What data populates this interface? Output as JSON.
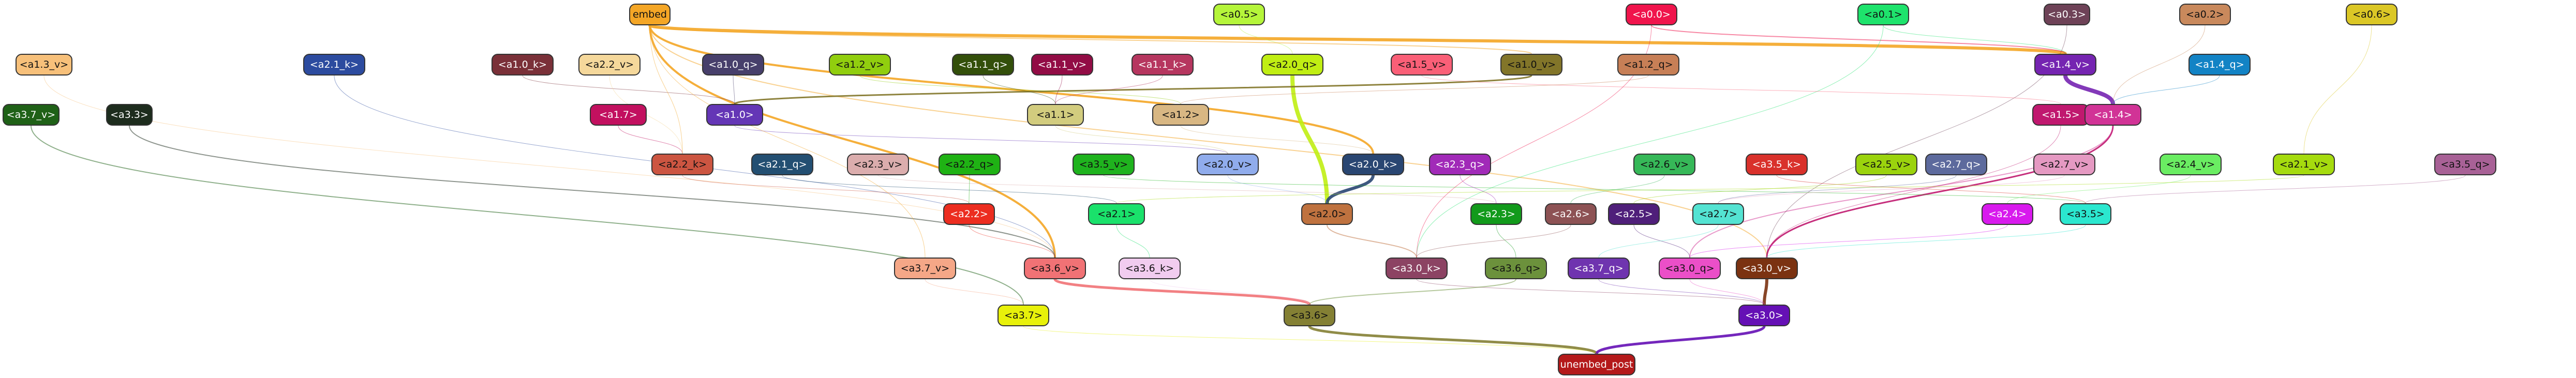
{
  "nodes": [
    {
      "id": "embed",
      "label": "embed",
      "color": "#f4a626"
    },
    {
      "id": "a05",
      "label": "<a0.5>",
      "color": "#b5f53a"
    },
    {
      "id": "a00",
      "label": "<a0.0>",
      "color": "#f0144c"
    },
    {
      "id": "a01",
      "label": "<a0.1>",
      "color": "#1ee36c"
    },
    {
      "id": "a03",
      "label": "<a0.3>",
      "color": "#6e4257"
    },
    {
      "id": "a02",
      "label": "<a0.2>",
      "color": "#c9895c"
    },
    {
      "id": "a06",
      "label": "<a0.6>",
      "color": "#dbc726"
    },
    {
      "id": "a13v",
      "label": "<a1.3_v>",
      "color": "#f7c07a"
    },
    {
      "id": "a21k",
      "label": "<a2.1_k>",
      "color": "#2c4b9f"
    },
    {
      "id": "a10k",
      "label": "<a1.0_k>",
      "color": "#7a3038"
    },
    {
      "id": "a22v",
      "label": "<a2.2_v>",
      "color": "#f5d89b"
    },
    {
      "id": "a10q",
      "label": "<a1.0_q>",
      "color": "#473f6b"
    },
    {
      "id": "a12v",
      "label": "<a1.2_v>",
      "color": "#91ce0e"
    },
    {
      "id": "a11q",
      "label": "<a1.1_q>",
      "color": "#334f0a"
    },
    {
      "id": "a11v",
      "label": "<a1.1_v>",
      "color": "#920c45"
    },
    {
      "id": "a11k",
      "label": "<a1.1_k>",
      "color": "#b6365f"
    },
    {
      "id": "a20q",
      "label": "<a2.0_q>",
      "color": "#c0ee13"
    },
    {
      "id": "a15v",
      "label": "<a1.5_v>",
      "color": "#fa5f77"
    },
    {
      "id": "a10v",
      "label": "<a1.0_v>",
      "color": "#827529"
    },
    {
      "id": "a12q",
      "label": "<a1.2_q>",
      "color": "#c77f56"
    },
    {
      "id": "a14v",
      "label": "<a1.4_v>",
      "color": "#7524b1"
    },
    {
      "id": "a14q",
      "label": "<a1.4_q>",
      "color": "#1283c5"
    },
    {
      "id": "a37v",
      "label": "<a3.7_v>",
      "color": "#1f6117"
    },
    {
      "id": "a33",
      "label": "<a3.3>",
      "color": "#1d2c1d"
    },
    {
      "id": "a17",
      "label": "<a1.7>",
      "color": "#c2105f"
    },
    {
      "id": "a10",
      "label": "<a1.0>",
      "color": "#6436b6"
    },
    {
      "id": "a11",
      "label": "<a1.1>",
      "color": "#d2cc7e"
    },
    {
      "id": "a12",
      "label": "<a1.2>",
      "color": "#d8b783"
    },
    {
      "id": "a15",
      "label": "<a1.5>",
      "color": "#c0186f"
    },
    {
      "id": "a14",
      "label": "<a1.4>",
      "color": "#d13396"
    },
    {
      "id": "a22k",
      "label": "<a2.2_k>",
      "color": "#cc5541"
    },
    {
      "id": "a21q",
      "label": "<a2.1_q>",
      "color": "#234f72"
    },
    {
      "id": "a23v",
      "label": "<a2.3_v>",
      "color": "#dbadad"
    },
    {
      "id": "a22q",
      "label": "<a2.2_q>",
      "color": "#1fb214"
    },
    {
      "id": "a35v",
      "label": "<a3.5_v>",
      "color": "#1fb31e"
    },
    {
      "id": "a20v",
      "label": "<a2.0_v>",
      "color": "#90acec"
    },
    {
      "id": "a20k",
      "label": "<a2.0_k>",
      "color": "#294672"
    },
    {
      "id": "a23q",
      "label": "<a2.3_q>",
      "color": "#a12ab8"
    },
    {
      "id": "a26v",
      "label": "<a2.6_v>",
      "color": "#36b858"
    },
    {
      "id": "a35k",
      "label": "<a3.5_k>",
      "color": "#d9312b"
    },
    {
      "id": "a25v",
      "label": "<a2.5_v>",
      "color": "#9bd30d"
    },
    {
      "id": "a27q",
      "label": "<a2.7_q>",
      "color": "#5d6a9d"
    },
    {
      "id": "a27v",
      "label": "<a2.7_v>",
      "color": "#e599c2"
    },
    {
      "id": "a24v",
      "label": "<a2.4_v>",
      "color": "#6aed62"
    },
    {
      "id": "a21v",
      "label": "<a2.1_v>",
      "color": "#a5db0e"
    },
    {
      "id": "a35q",
      "label": "<a3.5_q>",
      "color": "#a86196"
    },
    {
      "id": "a22",
      "label": "<a2.2>",
      "color": "#ec2d20"
    },
    {
      "id": "a21",
      "label": "<a2.1>",
      "color": "#1ae16b"
    },
    {
      "id": "a20",
      "label": "<a2.0>",
      "color": "#bf723f"
    },
    {
      "id": "a23",
      "label": "<a2.3>",
      "color": "#129a1b"
    },
    {
      "id": "a26",
      "label": "<a2.6>",
      "color": "#8d5254"
    },
    {
      "id": "a25",
      "label": "<a2.5>",
      "color": "#4f1f7a"
    },
    {
      "id": "a27",
      "label": "<a2.7>",
      "color": "#54e3d2"
    },
    {
      "id": "a24",
      "label": "<a2.4>",
      "color": "#d81aed"
    },
    {
      "id": "a35",
      "label": "<a3.5>",
      "color": "#2be7cf"
    },
    {
      "id": "a37v2",
      "label": "<a3.7_v>",
      "color": "#f5a787"
    },
    {
      "id": "a36v",
      "label": "<a3.6_v>",
      "color": "#f17275"
    },
    {
      "id": "a36k",
      "label": "<a3.6_k>",
      "color": "#f1ccef"
    },
    {
      "id": "a30k",
      "label": "<a3.0_k>",
      "color": "#8c4363"
    },
    {
      "id": "a36q",
      "label": "<a3.6_q>",
      "color": "#6c913c"
    },
    {
      "id": "a37q",
      "label": "<a3.7_q>",
      "color": "#6f34af"
    },
    {
      "id": "a30q",
      "label": "<a3.0_q>",
      "color": "#eb4fc8"
    },
    {
      "id": "a30v",
      "label": "<a3.0_v>",
      "color": "#7b3211"
    },
    {
      "id": "a37",
      "label": "<a3.7>",
      "color": "#e8f10a"
    },
    {
      "id": "a36",
      "label": "<a3.6>",
      "color": "#848034"
    },
    {
      "id": "a30",
      "label": "<a3.0>",
      "color": "#6510b5"
    },
    {
      "id": "unembed",
      "label": "unembed_post",
      "color": "#b4191a"
    }
  ]
}
